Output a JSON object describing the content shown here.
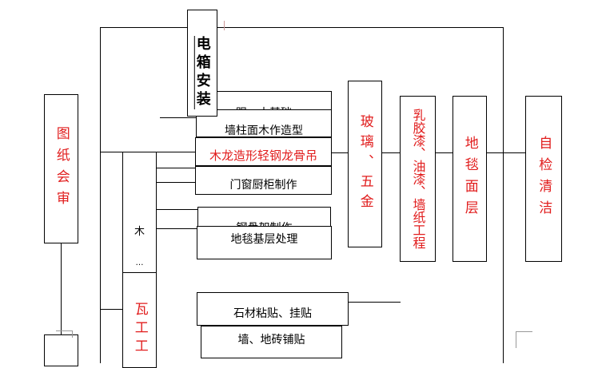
{
  "flow": {
    "drawing_review": "图纸会审",
    "electrical_box": "电箱安装",
    "wood_label": "木",
    "wood_label_cut": "…",
    "tile_work": "瓦工工",
    "glass_hardware": "玻璃、五金",
    "latex_paint": "乳胶漆、油漆、墙纸工程",
    "carpet_surface": "地毯面层",
    "self_inspect": "自检清洁"
  },
  "tasks": {
    "top_partial": "踢…木基础",
    "wall_wood_modeling": "墙柱面木作造型",
    "wood_keel": "木龙造形轻钢龙骨吊",
    "door_window_cabinet": "门窗厨柜制作",
    "steel_frame": "钢骨架制作",
    "carpet_base": "地毯基层处理",
    "stone_paste": "石材粘贴、挂贴",
    "wall_floor_tile": "墙、地砖铺贴"
  },
  "colors": {
    "red_text": "#e11d1d",
    "black_text": "#000000"
  }
}
